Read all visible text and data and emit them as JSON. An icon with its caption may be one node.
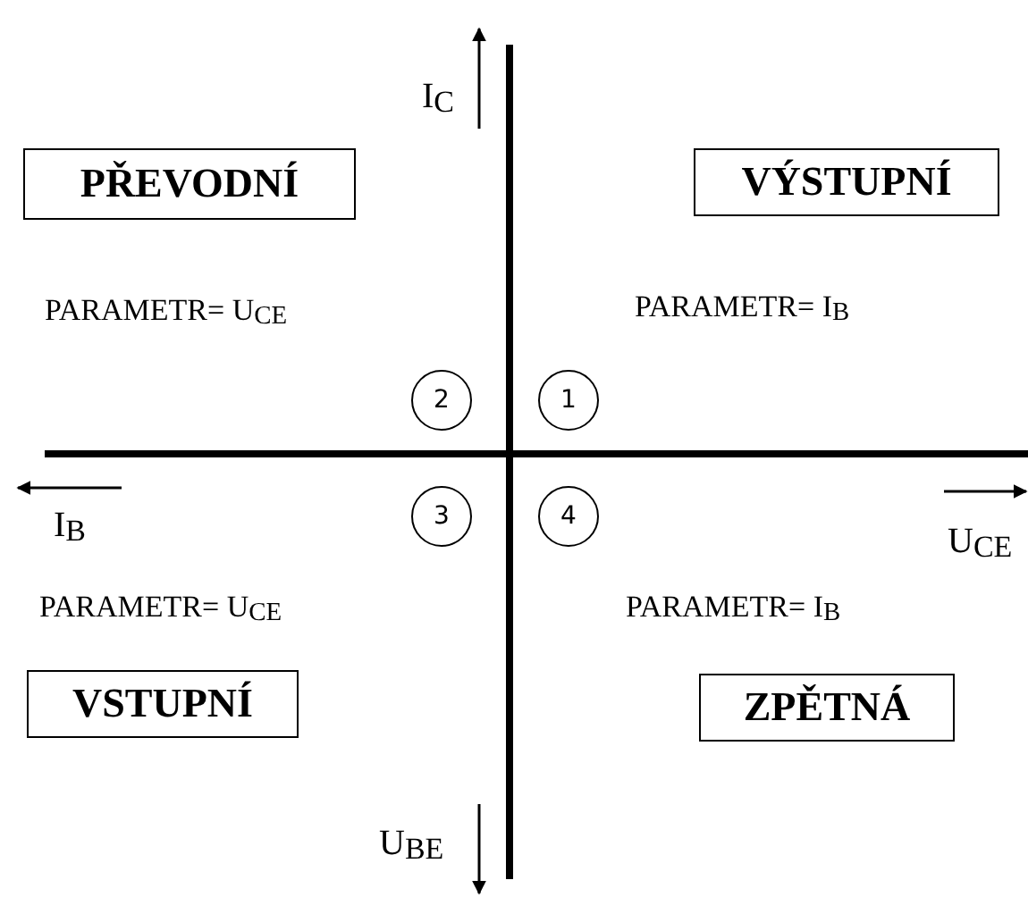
{
  "diagram": {
    "nodes": [
      {
        "text": [
          "PŘEVODNÍ"
        ]
      },
      {
        "text": [
          "VÝSTUPNÍ"
        ]
      },
      {
        "text": [
          "2"
        ]
      },
      {
        "text": [
          "1"
        ]
      },
      {
        "text": [
          "3"
        ]
      },
      {
        "text": [
          "4"
        ]
      },
      {
        "text": [
          "VSTUPNÍ"
        ]
      },
      {
        "text": [
          "ZPĚTNÁ"
        ]
      }
    ],
    "labels": [
      "I$_{C}$",
      "PARAMETR= U$_{CE}$",
      "PARAMETR= I$_{B}$",
      "I$_{B}$",
      "U$_{CE}$",
      "PARAMETR= U$_{CE}$",
      "PARAMETR= I$_{B}$",
      "U$_{BE}$"
    ]
  }
}
